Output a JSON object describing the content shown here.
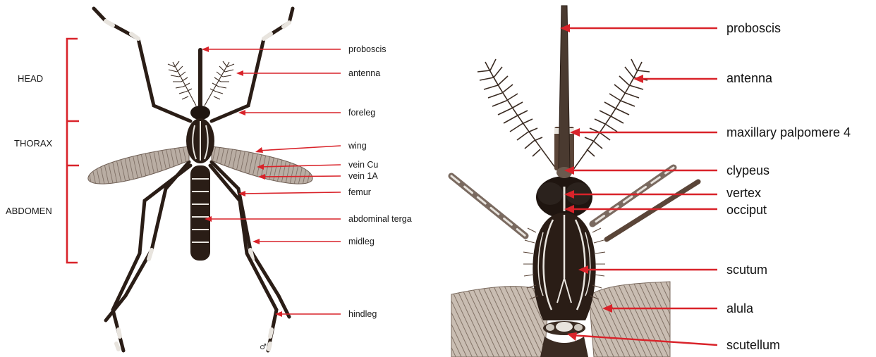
{
  "colors": {
    "pointer": "#d9232a",
    "body_dark": "#2a1d16",
    "body_mid": "#5a4538",
    "wing": "#9b8a7e",
    "scale_light": "#e8e4de",
    "background": "#ffffff"
  },
  "left_figure": {
    "regions": [
      {
        "label": "HEAD"
      },
      {
        "label": "THORAX"
      },
      {
        "label": "ABDOMEN"
      }
    ],
    "parts": [
      {
        "label": "proboscis"
      },
      {
        "label": "antenna"
      },
      {
        "label": "foreleg"
      },
      {
        "label": "wing"
      },
      {
        "label": "vein Cu"
      },
      {
        "label": "vein 1A"
      },
      {
        "label": "femur"
      },
      {
        "label": "abdominal terga"
      },
      {
        "label": "midleg"
      },
      {
        "label": "hindleg"
      }
    ],
    "gender_symbol": "♂"
  },
  "right_figure": {
    "parts": [
      {
        "label": "proboscis"
      },
      {
        "label": "antenna"
      },
      {
        "label": "maxillary palpomere 4"
      },
      {
        "label": "clypeus"
      },
      {
        "label": "vertex"
      },
      {
        "label": "occiput"
      },
      {
        "label": "scutum"
      },
      {
        "label": "alula"
      },
      {
        "label": "scutellum"
      }
    ]
  }
}
